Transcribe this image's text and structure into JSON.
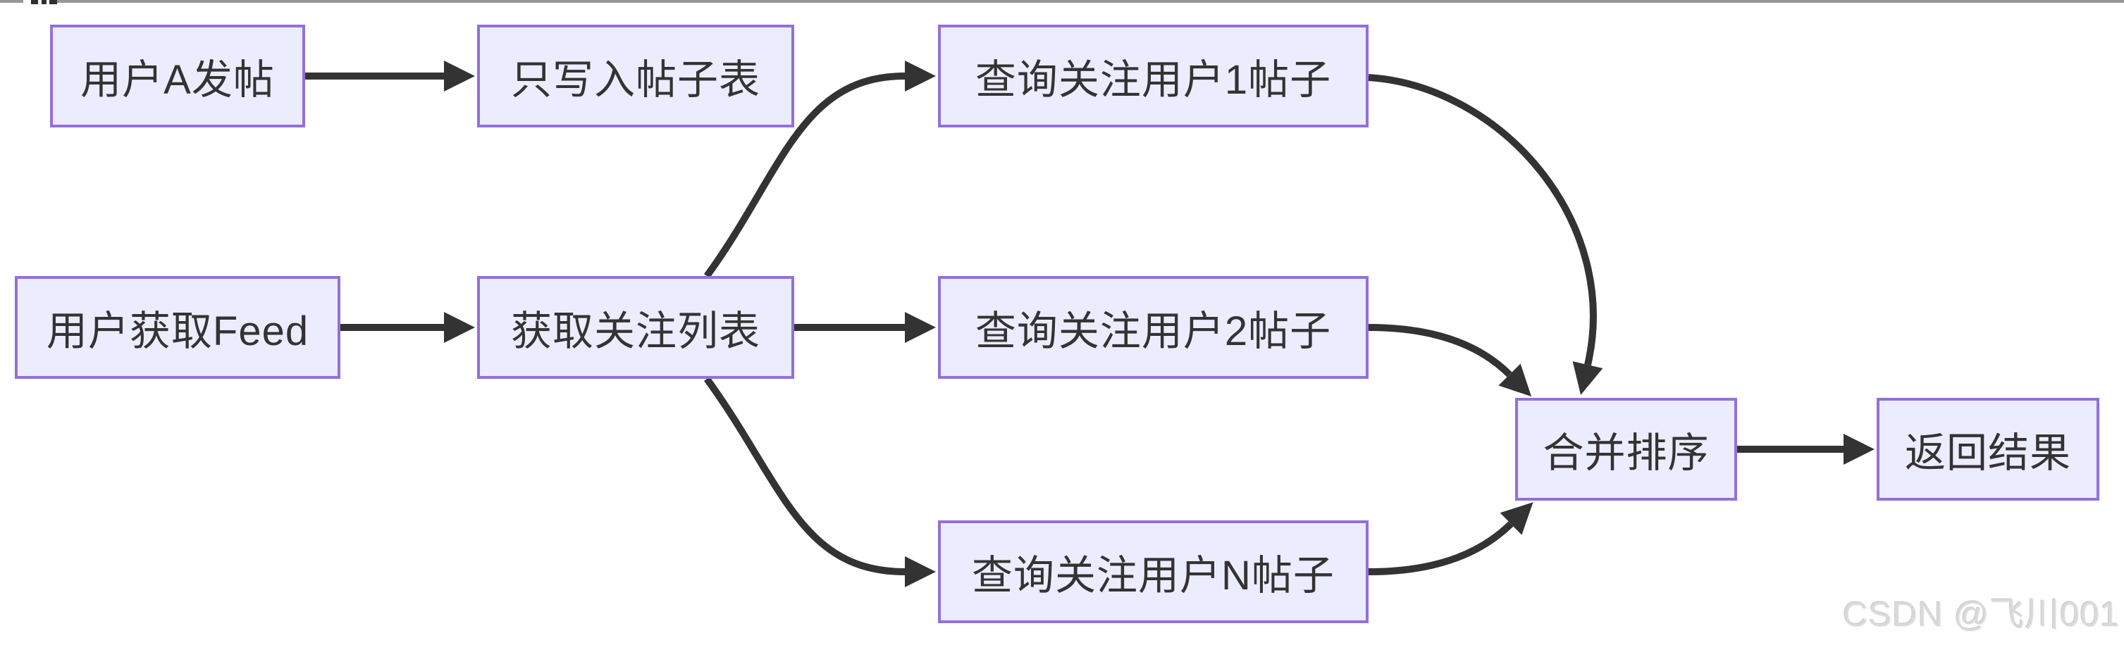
{
  "diagram": {
    "type": "flowchart",
    "direction": "left-to-right",
    "nodes": [
      {
        "id": "user-a-post",
        "label": "用户A发帖"
      },
      {
        "id": "write-table",
        "label": "只写入帖子表"
      },
      {
        "id": "query-user1",
        "label": "查询关注用户1帖子"
      },
      {
        "id": "user-get-feed",
        "label": "用户获取Feed"
      },
      {
        "id": "get-follow-list",
        "label": "获取关注列表"
      },
      {
        "id": "query-user2",
        "label": "查询关注用户2帖子"
      },
      {
        "id": "query-userN",
        "label": "查询关注用户N帖子"
      },
      {
        "id": "merge-sort",
        "label": "合并排序"
      },
      {
        "id": "return-result",
        "label": "返回结果"
      }
    ],
    "edges": [
      {
        "from": "用户A发帖",
        "to": "只写入帖子表"
      },
      {
        "from": "用户获取Feed",
        "to": "获取关注列表"
      },
      {
        "from": "获取关注列表",
        "to": "查询关注用户1帖子"
      },
      {
        "from": "获取关注列表",
        "to": "查询关注用户2帖子"
      },
      {
        "from": "获取关注列表",
        "to": "查询关注用户N帖子"
      },
      {
        "from": "查询关注用户1帖子",
        "to": "合并排序"
      },
      {
        "from": "查询关注用户2帖子",
        "to": "合并排序"
      },
      {
        "from": "查询关注用户N帖子",
        "to": "合并排序"
      },
      {
        "from": "合并排序",
        "to": "返回结果"
      }
    ],
    "colors": {
      "node_fill": "#ECECFF",
      "node_border": "#9370DB",
      "edge": "#333333",
      "text": "#333333",
      "top_strip": "#979797"
    }
  },
  "watermark": {
    "text": "CSDN @飞川001",
    "color": "#d9d9d9"
  }
}
